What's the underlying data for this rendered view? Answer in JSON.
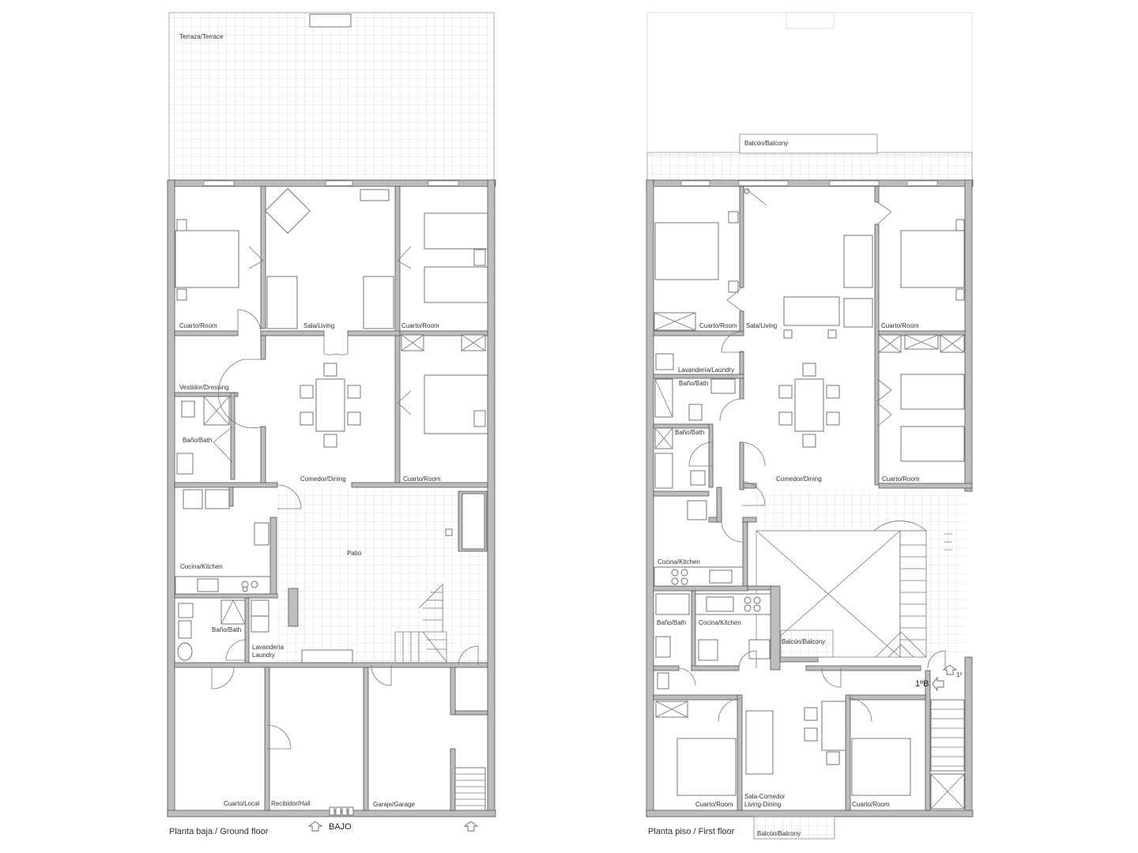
{
  "ground_floor": {
    "caption": "Planta baja / Ground floor",
    "entrance_label": "BAJO",
    "rooms": {
      "terrace": "Terraza/Terrace",
      "room_nw": "Cuarto/Room",
      "living": "Sala/Living",
      "room_ne": "Cuarto/Room",
      "dressing": "Vestidor/Dressing",
      "bath_1": "Baño/Bath",
      "dining": "Comedor/Dining",
      "room_e": "Cuarto/Room",
      "kitchen": "Cocina/Kitchen",
      "patio": "Patio",
      "bath_2": "Baño/Bath",
      "laundry_1": "Lavandería",
      "laundry_2": "Laundry",
      "local": "Cuarto/Local",
      "hall": "Recibidor/Hall",
      "garage": "Garaje/Garage"
    }
  },
  "first_floor": {
    "caption": "Planta piso / First floor",
    "unit_label": "1ºB",
    "stair_label": "1º",
    "rooms": {
      "balcony_top": "Balcón/Balcony",
      "room_nw": "Cuarto/Room",
      "living": "Sala/Living",
      "room_ne": "Cuarto/Room",
      "laundry": "Lavandería/Laundry",
      "bath_1": "Baño/Bath",
      "bath_2": "Baño/Bath",
      "dining": "Comedor/Dining",
      "room_e": "Cuarto/Room",
      "kitchen_1": "Cocina/Kitchen",
      "bath_3": "Baño/Bath",
      "kitchen_2": "Cocina/Kitchen",
      "balcony_mid": "Balcón/Balcony",
      "room_sw": "Cuarto/Room",
      "living_dining_1": "Sala-Comedor",
      "living_dining_2": "Living-Dining",
      "room_se": "Cuarto/Room",
      "balcony_bottom": "Balcón/Balcony"
    }
  },
  "colors": {
    "wall": "#bdbdbd",
    "line": "#666666",
    "tile": "#dcdcdc"
  }
}
